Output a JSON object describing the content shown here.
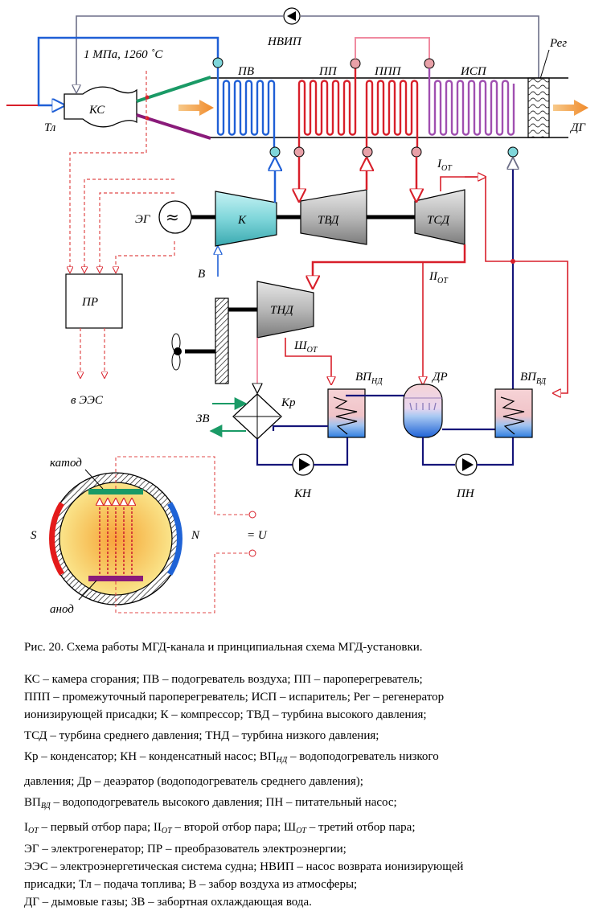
{
  "labels": {
    "nvip": "НВИП",
    "reg": "Рег",
    "params": "1 МПа,  1260 ˚С",
    "pv": "ПВ",
    "pp": "ПП",
    "ppp": "ППП",
    "isp": "ИСП",
    "ks": "КС",
    "tl": "Тл",
    "dg": "ДГ",
    "i_ot": "I",
    "i_ot_sub": "ОТ",
    "eg": "ЭГ",
    "k": "К",
    "tvd": "ТВД",
    "tsd": "ТСД",
    "v": "В",
    "ii_ot": "II",
    "ii_ot_sub": "ОТ",
    "pr": "ПР",
    "tnd": "ТНД",
    "iii_ot": "Ш",
    "iii_ot_sub": "ОТ",
    "vp_nd": "ВП",
    "vp_nd_sub": "НД",
    "dr": "ДР",
    "vp_vd": "ВП",
    "vp_vd_sub": "ВД",
    "v_ees": "в  ЭЭС",
    "zv": "ЗВ",
    "kr": "Кр",
    "kn": "КН",
    "pn": "ПН",
    "katod": "катод",
    "anod": "анод",
    "s": "S",
    "n": "N",
    "u": "= U"
  },
  "caption": "Рис. 20. Схема работы МГД-канала и принципиальная схема МГД-установки.",
  "legend": {
    "l1": "КС  – камера сгорания;   ПВ  – подогреватель воздуха;   ПП  – пароперегреватель;",
    "l2": "ППП  – промежуточный пароперегреватель;   ИСП  – испаритель;   Рег  – регенератор",
    "l3": "ионизирующей присадки;   К  – компрессор;   ТВД  – турбина высокого давления;",
    "l4": "ТСД  – турбина среднего давления;   ТНД  – турбина низкого давления;",
    "l5a": "Кр  – конденсатор;   КН  – конденсатный насос;   ВП",
    "l5sub": "НД",
    "l5b": " – водоподогреватель низкого",
    "l6": "давления;   Др  – деаэратор (водоподогреватель среднего давления);",
    "l7a": "ВП",
    "l7sub": "ВД",
    "l7b": " – водоподогреватель высокого давления;   ПН  – питательный насос;",
    "l8a": "I",
    "l8sub1": "ОТ",
    "l8b": "  – первый отбор пара;   II",
    "l8sub2": "ОТ",
    "l8c": "  – второй отбор пара;   Ш",
    "l8sub3": "ОТ",
    "l8d": "  – третий отбор пара;",
    "l9": "ЭГ  – электрогенератор;   ПР  – преобразователь электроэнергии;",
    "l10": "ЭЭС – электроэнергетическая система судна;   НВИП  – насос возврата ионизирующей",
    "l11": "присадки;   Тл  – подача топлива;   В  – забор воздуха из атмосферы;",
    "l12": "ДГ  – дымовые газы;   ЗВ  – забортная охлаждающая вода."
  },
  "colors": {
    "air": "#1f5fd6",
    "steam_red": "#d81f2a",
    "steam_pink": "#f08aa0",
    "water_dark": "#15157a",
    "gray_line": "#6d6f88",
    "teal_machine": "#7fd6da",
    "plasma_yellow": "#f7d35a",
    "green": "#1a9a66",
    "purple": "#8a1b7a",
    "orange_arrow": "#f08a2a"
  }
}
